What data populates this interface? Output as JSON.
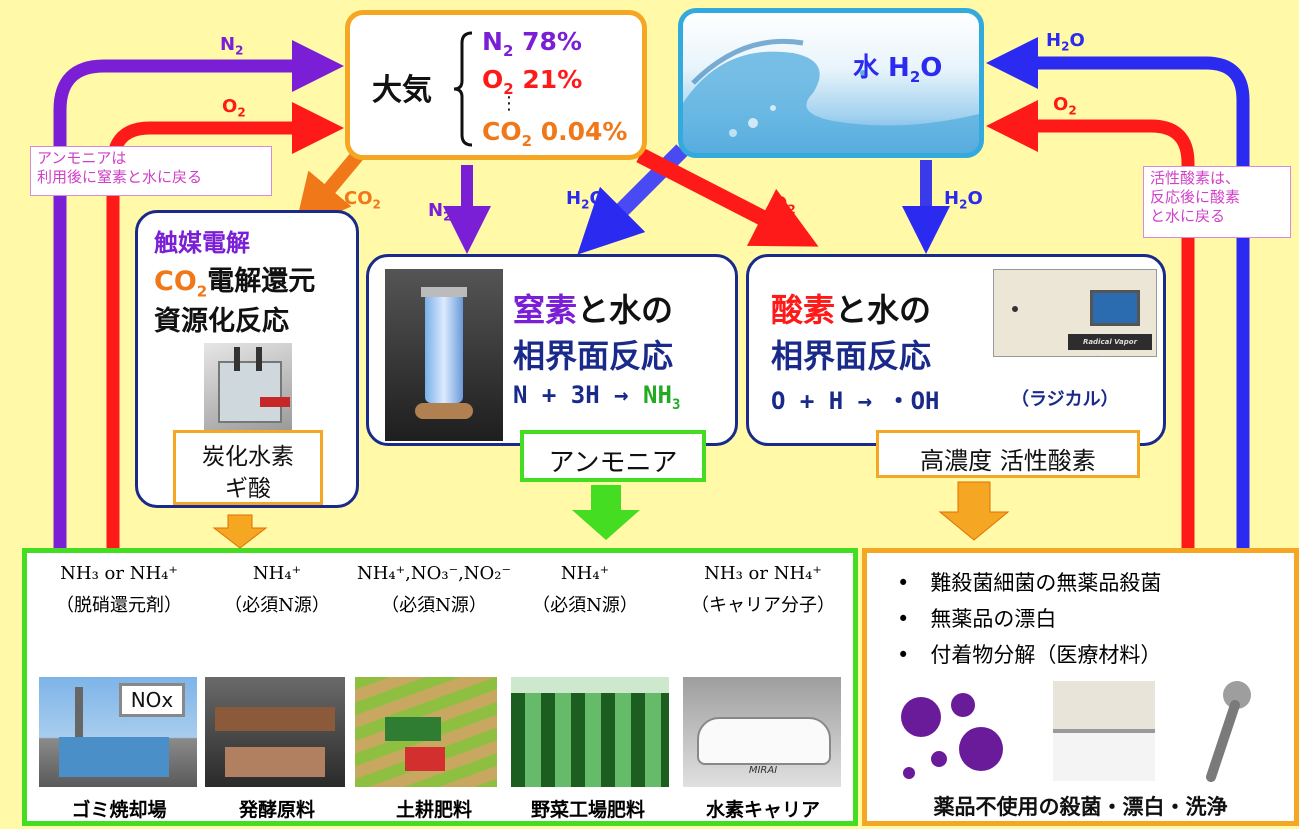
{
  "flow_labels": {
    "n2_top": "N",
    "n2_top_sub": "2",
    "o2_top": "O",
    "o2_top_sub": "2",
    "h2o_top": "H",
    "h2o_top_sub": "2",
    "h2o_top_tail": "O",
    "o2_right": "O",
    "o2_right_sub": "2",
    "co2": "CO",
    "co2_sub": "2",
    "n2_mid": "N",
    "n2_mid_sub": "2",
    "h2o_mid": "H",
    "h2o_mid_sub": "2",
    "h2o_mid_tail": "O",
    "o2_mid": "O",
    "o2_mid_sub": "2",
    "h2o_right": "H",
    "h2o_right_sub": "2",
    "h2o_right_tail": "O"
  },
  "notes": {
    "ammonia_return": "アンモニアは\n利用後に窒素と水に戻る",
    "oxygen_return": "活性酸素は、\n反応後に酸素\nと水に戻る"
  },
  "atmosphere": {
    "title": "大気",
    "n2": "N",
    "n2_sub": "2",
    "n2_val": " 78%",
    "o2": "O",
    "o2_sub": "2",
    "o2_val": " 21%",
    "dots": "⋮",
    "co2": "CO",
    "co2_sub": "2",
    "co2_val": " 0.04%"
  },
  "water": {
    "label": "水 H",
    "sub": "2",
    "tail": "O"
  },
  "catalysis": {
    "title": "触媒電解",
    "line2a": "CO",
    "line2_sub": "2",
    "line2b": "電解還元",
    "line3": "資源化反応",
    "product1": "炭化水素",
    "product2": "ギ酸"
  },
  "nitrogen": {
    "title_a": "窒素",
    "title_b": "と水の",
    "title2": "相界面反応",
    "eq_a": "N + 3H → ",
    "eq_b": "NH",
    "eq_sub": "3",
    "product": "アンモニア"
  },
  "oxygen": {
    "title_a": "酸素",
    "title_b": "と水の",
    "title2": "相界面反応",
    "eq": "O + H → ・OH",
    "eq_note": "（ラジカル）",
    "device_label": "Radical Vapor Reactor",
    "product": "高濃度 活性酸素"
  },
  "applications": [
    {
      "chem": "NH₃ or NH₄⁺",
      "sub": "（脱硝還元剤）",
      "caption": "ゴミ焼却場",
      "badge": "NOx"
    },
    {
      "chem": "NH₄⁺",
      "sub": "（必須N源）",
      "caption": "発酵原料"
    },
    {
      "chem": "NH₄⁺,NO₃⁻,NO₂⁻",
      "sub": "（必須N源）",
      "caption": "土耕肥料"
    },
    {
      "chem": "NH₄⁺",
      "sub": "（必須N源）",
      "caption": "野菜工場肥料"
    },
    {
      "chem": "NH₃ or NH₄⁺",
      "sub": "（キャリア分子）",
      "caption": "水素キャリア",
      "car_plate": "MIRAI"
    }
  ],
  "sterilization": {
    "bullets": [
      "難殺菌細菌の無薬品殺菌",
      "無薬品の漂白",
      "付着物分解（医療材料）"
    ],
    "bullet_mark": "•",
    "caption": "薬品不使用の殺菌・漂白・洗浄"
  },
  "colors": {
    "n2": "#7a1fd6",
    "o2": "#ff1a1a",
    "h2o": "#2a2af0",
    "co2": "#f07818",
    "green": "#44dd22",
    "orange": "#f5a623",
    "navy": "#1a2a8a",
    "magenta": "#d040c8"
  }
}
